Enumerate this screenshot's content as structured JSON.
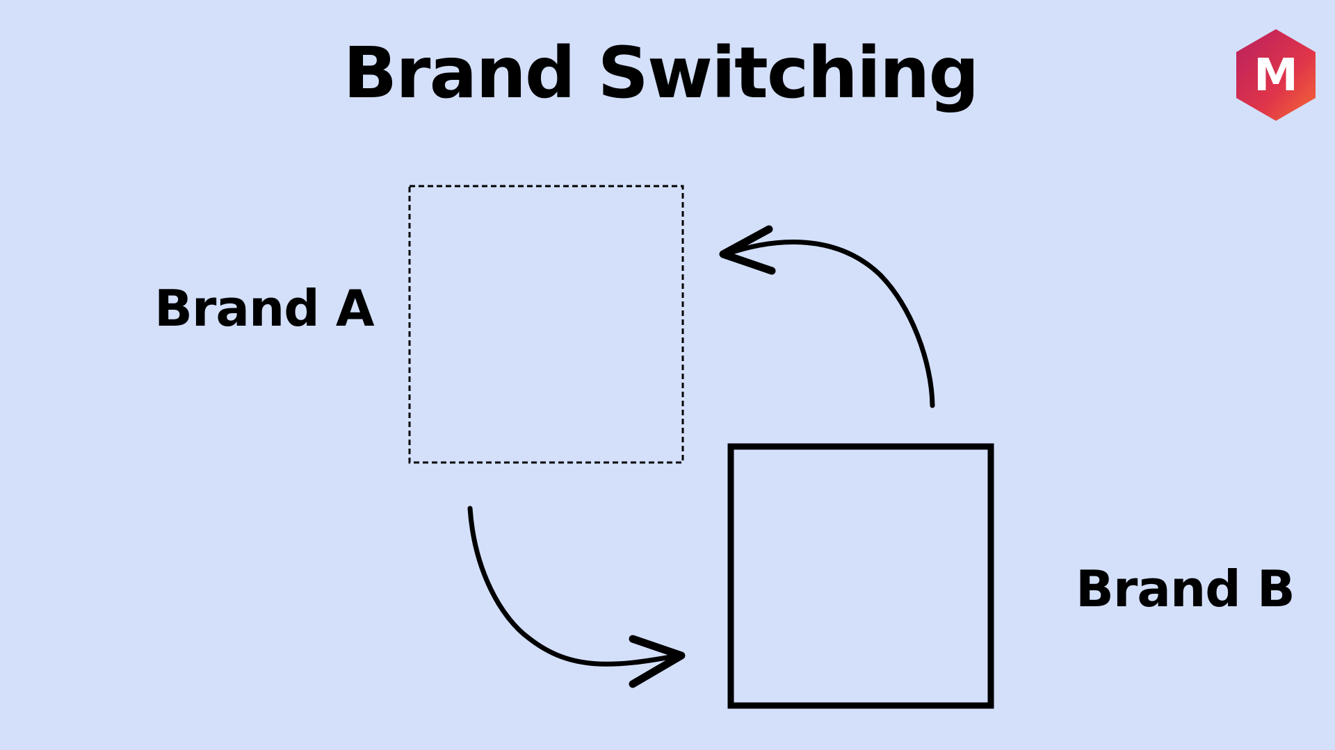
{
  "title": "Brand Switching",
  "brands": {
    "a": {
      "label": "Brand A"
    },
    "b": {
      "label": "Brand B"
    }
  },
  "logo": {
    "letter": "M",
    "icon": "m-hexagon-logo-icon"
  },
  "colors": {
    "background": "#d4e0fa",
    "ink": "#000000",
    "logo_gradient_start": "#c4245a",
    "logo_gradient_end": "#f05a3c"
  }
}
